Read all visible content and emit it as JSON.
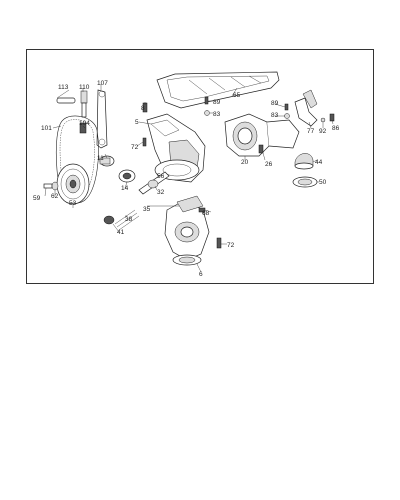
{
  "diagram": {
    "callouts": [
      {
        "id": "c113",
        "text": "113"
      },
      {
        "id": "c110",
        "text": "110"
      },
      {
        "id": "c107",
        "text": "107"
      },
      {
        "id": "c101",
        "text": "101"
      },
      {
        "id": "c104",
        "text": "104"
      },
      {
        "id": "c65",
        "text": "65"
      },
      {
        "id": "c8",
        "text": "8"
      },
      {
        "id": "c5",
        "text": "5"
      },
      {
        "id": "c89a",
        "text": "89"
      },
      {
        "id": "c83a",
        "text": "83"
      },
      {
        "id": "c89b",
        "text": "89"
      },
      {
        "id": "c83b",
        "text": "83"
      },
      {
        "id": "c77",
        "text": "77"
      },
      {
        "id": "c86",
        "text": "86"
      },
      {
        "id": "c92",
        "text": "92"
      },
      {
        "id": "c72a",
        "text": "72"
      },
      {
        "id": "c20",
        "text": "20"
      },
      {
        "id": "c26",
        "text": "26"
      },
      {
        "id": "c44",
        "text": "44"
      },
      {
        "id": "c11",
        "text": "11"
      },
      {
        "id": "c14",
        "text": "14"
      },
      {
        "id": "c32",
        "text": "32"
      },
      {
        "id": "c56",
        "text": "56"
      },
      {
        "id": "c50",
        "text": "50"
      },
      {
        "id": "c59",
        "text": "59"
      },
      {
        "id": "c62",
        "text": "62"
      },
      {
        "id": "c53",
        "text": "53"
      },
      {
        "id": "c35",
        "text": "35"
      },
      {
        "id": "c68",
        "text": "68"
      },
      {
        "id": "c38",
        "text": "38"
      },
      {
        "id": "c41",
        "text": "41"
      },
      {
        "id": "c72b",
        "text": "72"
      },
      {
        "id": "c6",
        "text": "6"
      }
    ]
  }
}
